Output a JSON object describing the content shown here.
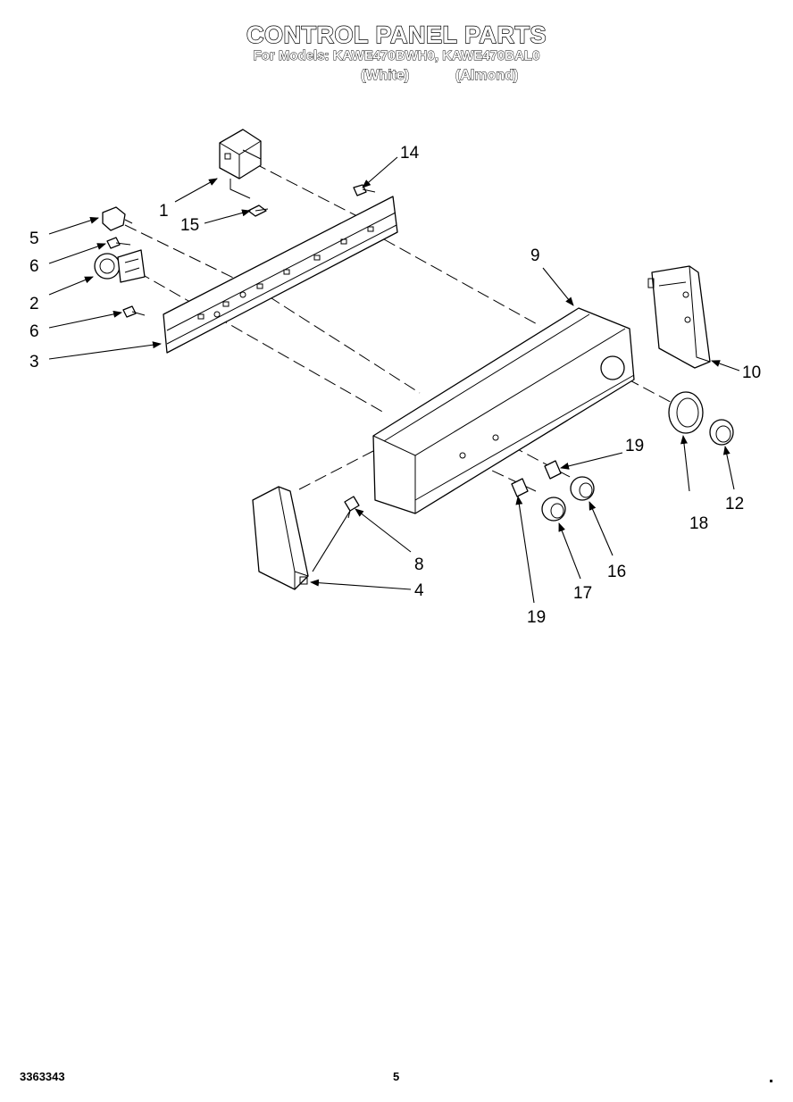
{
  "header": {
    "title": "CONTROL PANEL PARTS",
    "subtitle": "For Models: KAWE470BWH0, KAWE470BAL0",
    "variant_white": "(White)",
    "variant_almond": "(Almond)"
  },
  "callouts": {
    "c1": "1",
    "c2": "2",
    "c3": "3",
    "c4": "4",
    "c5": "5",
    "c6a": "6",
    "c6b": "6",
    "c8": "8",
    "c9": "9",
    "c10": "10",
    "c12": "12",
    "c14": "14",
    "c15": "15",
    "c16": "16",
    "c17": "17",
    "c18": "18",
    "c19a": "19",
    "c19b": "19"
  },
  "footer": {
    "doc_number": "3363343",
    "page_number": "5"
  }
}
